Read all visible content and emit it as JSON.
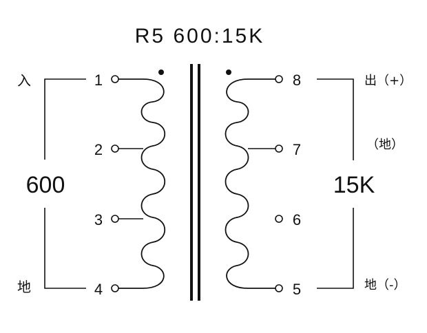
{
  "title": "R5   600:15K",
  "primary": {
    "impedance": "600",
    "top_label": "入",
    "bottom_label": "地",
    "pins": [
      "1",
      "2",
      "3",
      "4"
    ]
  },
  "secondary": {
    "impedance": "15K",
    "top_label": "出（+）",
    "middle_label": "（地）",
    "bottom_label": "地（-）",
    "pins": [
      "8",
      "7",
      "6",
      "5"
    ]
  },
  "colors": {
    "line": "#111111",
    "background": "#ffffff"
  }
}
